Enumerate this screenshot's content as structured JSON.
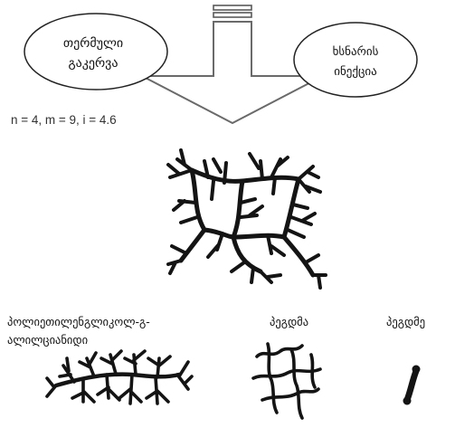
{
  "top": {
    "left_ellipse": {
      "line1": "თერმული",
      "line2": "გაკერვა"
    },
    "right_ellipse": {
      "line1": "ხსნარის",
      "line2": "ინექცია"
    },
    "parameters": "n = 4, m = 9, i = 4.6"
  },
  "bottom": {
    "labels": [
      {
        "line1": "პოლიეთილენგლიკოლ-გ-",
        "line2": "ალილციანიდი"
      },
      {
        "line1": "პეგდმა"
      },
      {
        "line1": "პეგდმე"
      }
    ]
  },
  "icons": {
    "arrow": "down-arrow-icon",
    "network": "hydrogel-network-icon",
    "comb": "comb-polymer-icon",
    "mesh": "crosslinked-mesh-icon",
    "chain": "short-chain-icon"
  },
  "colors": {
    "ink": "#141414",
    "arrow_fill": "#ffffff",
    "arrow_stroke": "#6a6a6a"
  }
}
